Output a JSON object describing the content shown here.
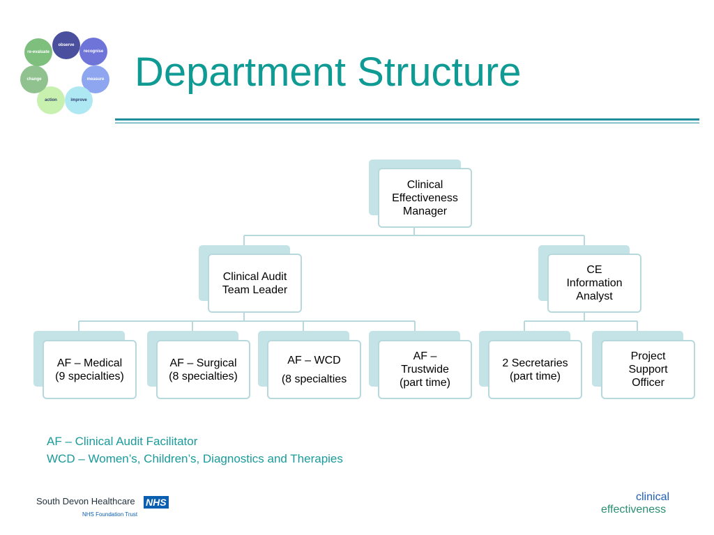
{
  "slide": {
    "title": "Department Structure"
  },
  "logo_cycle": {
    "items": [
      {
        "label": "observe",
        "color": "#4a4f9e"
      },
      {
        "label": "recognise",
        "color": "#6f74d9"
      },
      {
        "label": "measure",
        "color": "#8ea5ef"
      },
      {
        "label": "improve",
        "color": "#aee9f3"
      },
      {
        "label": "action",
        "color": "#c8f1b0"
      },
      {
        "label": "change",
        "color": "#8fc28f"
      },
      {
        "label": "re-evaluate",
        "color": "#7ebf7e"
      }
    ]
  },
  "org_chart": {
    "manager": {
      "lines": [
        "Clinical",
        "Effectiveness",
        "Manager"
      ]
    },
    "team_leader": {
      "lines": [
        "Clinical Audit",
        "Team Leader"
      ]
    },
    "analyst": {
      "lines": [
        "CE",
        "Information",
        "Analyst"
      ]
    },
    "af_medical": {
      "lines": [
        "AF – Medical",
        "(9 specialties)"
      ]
    },
    "af_surgical": {
      "lines": [
        "AF – Surgical",
        "(8 specialties)"
      ]
    },
    "af_wcd": {
      "lines": [
        "AF – WCD",
        "(8 specialties"
      ]
    },
    "af_trustwide": {
      "lines": [
        "AF –",
        "Trustwide",
        "(part time)"
      ]
    },
    "secretaries": {
      "lines": [
        "2 Secretaries",
        "(part time)"
      ]
    },
    "project_support": {
      "lines": [
        "Project",
        "Support",
        "Officer"
      ]
    }
  },
  "footnotes": [
    "AF – Clinical Audit Facilitator",
    "WCD – Women’s, Children’s, Diagnostics and Therapies"
  ],
  "footer": {
    "organisation": "South Devon Healthcare",
    "nhs_badge": "NHS",
    "trust_line": "NHS Foundation Trust",
    "brand_line1": "clinical",
    "brand_line2": "effectiveness"
  }
}
